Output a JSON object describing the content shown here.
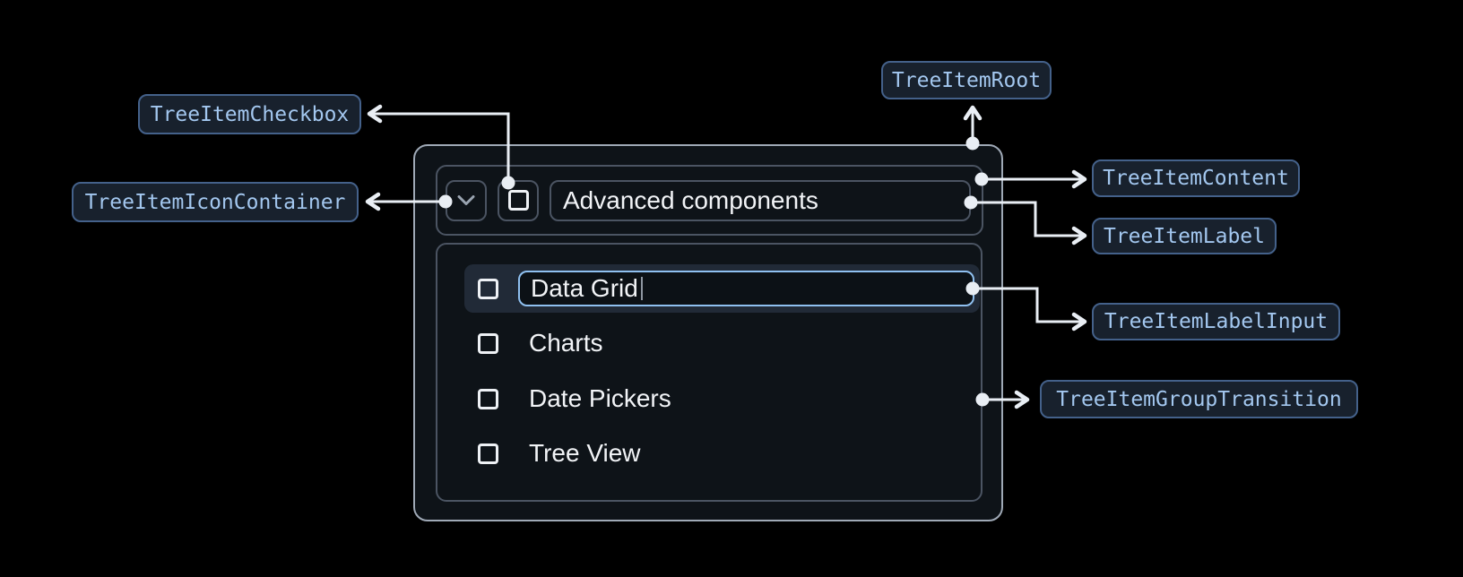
{
  "annotations": {
    "root": "TreeItemRoot",
    "checkbox": "TreeItemCheckbox",
    "icon_container": "TreeItemIconContainer",
    "content": "TreeItemContent",
    "label": "TreeItemLabel",
    "label_input": "TreeItemLabelInput",
    "group_transition": "TreeItemGroupTransition"
  },
  "tree": {
    "parent_label": "Advanced components",
    "edit_row": {
      "input_value": "Data Grid",
      "checked": false
    },
    "items": [
      {
        "label": "Charts",
        "checked": false
      },
      {
        "label": "Date Pickers",
        "checked": false
      },
      {
        "label": "Tree View",
        "checked": false
      }
    ]
  },
  "colors": {
    "page-bg": "#000000",
    "panel-bg": "#0e1318",
    "root-border": "#9fa9b6",
    "inner-border": "#4b5462",
    "chevron": "#9aa4b1",
    "checkbox": "#eef1f5",
    "ui-text": "#f2f4f7",
    "selected-bg": "#212a37",
    "input-bg": "#0c1116",
    "focus-border": "#8fc0f0",
    "caret": "#8e96a1",
    "chip-bg": "#18212d",
    "chip-border": "#44618a",
    "chip-text": "#a3c7ef",
    "connector": "#e9eef4"
  }
}
